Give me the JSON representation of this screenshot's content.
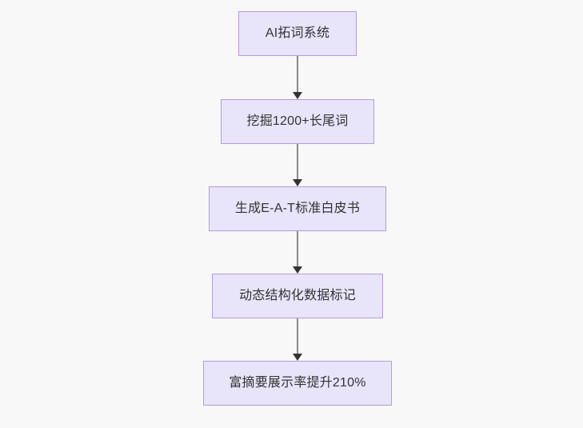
{
  "diagram": {
    "type": "flowchart",
    "direction": "top-to-bottom",
    "background_color": "#f8f8f9",
    "node_fill_color": "#e8e4fa",
    "node_border_color": "#b49cdc",
    "node_text_color": "#333333",
    "connector_line_color": "#8a8a8a",
    "connector_arrow_color": "#333333",
    "nodes": [
      {
        "id": "n0",
        "label": "AI拓词系统"
      },
      {
        "id": "n1",
        "label": "挖掘1200+长尾词"
      },
      {
        "id": "n2",
        "label": "生成E-A-T标准白皮书"
      },
      {
        "id": "n3",
        "label": "动态结构化数据标记"
      },
      {
        "id": "n4",
        "label": "富摘要展示率提升210%"
      }
    ],
    "edges": [
      {
        "from": "n0",
        "to": "n1",
        "label": ""
      },
      {
        "from": "n1",
        "to": "n2",
        "label": ""
      },
      {
        "from": "n2",
        "to": "n3",
        "label": ""
      },
      {
        "from": "n3",
        "to": "n4",
        "label": ""
      }
    ]
  }
}
